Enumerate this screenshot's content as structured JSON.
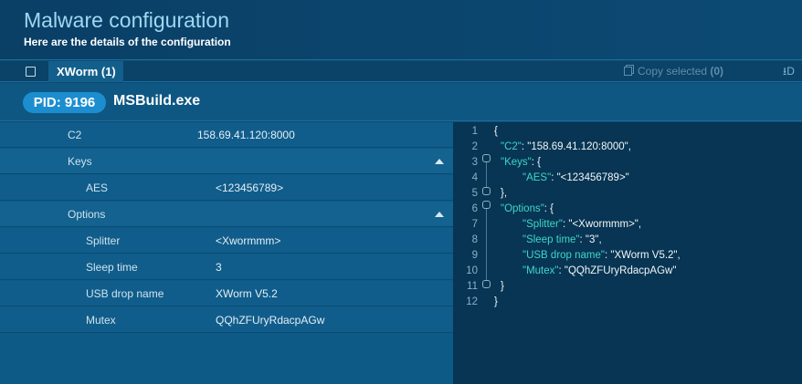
{
  "header": {
    "title": "Malware configuration",
    "subtitle": "Here are the details of the configuration"
  },
  "tabbar": {
    "tab_label": "XWorm (1)",
    "copy_selected_label": "Copy selected",
    "copy_selected_count": "(0)",
    "download_label": "D"
  },
  "process": {
    "pid_label": "PID: 9196",
    "name": "MSBuild.exe"
  },
  "config": {
    "c2": {
      "key": "C2",
      "value": "158.69.41.120:8000"
    },
    "keys": {
      "label": "Keys",
      "aes": {
        "key": "AES",
        "value": "<123456789>"
      }
    },
    "options": {
      "label": "Options",
      "splitter": {
        "key": "Splitter",
        "value": "<Xwormmm>"
      },
      "sleep_time": {
        "key": "Sleep time",
        "value": "3"
      },
      "usb_drop_name": {
        "key": "USB drop name",
        "value": "XWorm V5.2"
      },
      "mutex": {
        "key": "Mutex",
        "value": "QQhZFUryRdacpAGw"
      }
    }
  },
  "json_view": {
    "line_numbers": [
      "1",
      "2",
      "3",
      "4",
      "5",
      "6",
      "7",
      "8",
      "9",
      "10",
      "11",
      "12"
    ],
    "l1": "{",
    "l2_key": "\"C2\"",
    "l2_rest": ": \"158.69.41.120:8000\",",
    "l3_key": "\"Keys\"",
    "l3_rest": ": {",
    "l4_key": "\"AES\"",
    "l4_rest": ": \"<123456789>\"",
    "l5": "},",
    "l6_key": "\"Options\"",
    "l6_rest": ": {",
    "l7_key": "\"Splitter\"",
    "l7_rest": ": \"<Xwormmm>\",",
    "l8_key": "\"Sleep time\"",
    "l8_rest": ": \"3\",",
    "l9_key": "\"USB drop name\"",
    "l9_rest": ": \"XWorm V5.2\",",
    "l10_key": "\"Mutex\"",
    "l10_rest": ": \"QQhZFUryRdacpAGw\"",
    "l11": "}",
    "l12": "}"
  },
  "colors": {
    "json_key": "#3fd6c9",
    "pid_badge": "#1c8ed0",
    "title": "#9fd8f2"
  }
}
